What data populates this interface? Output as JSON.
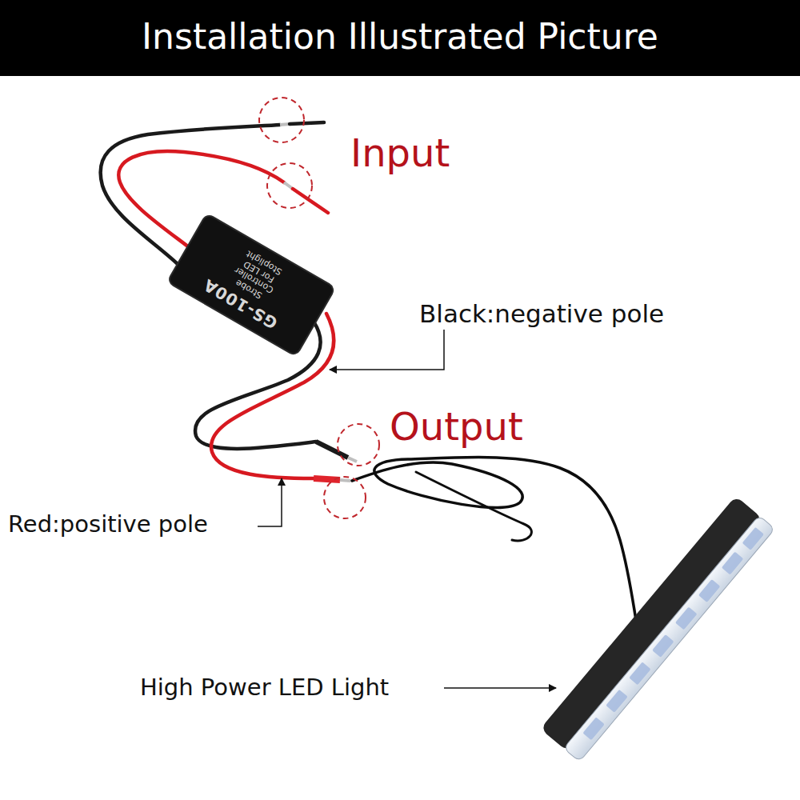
{
  "diagram": {
    "title": "Installation Illustrated Picture",
    "nodes": [
      {
        "text": [
          "GS-100A",
          "Strobe Controller For LED Stoplight"
        ]
      }
    ],
    "labels": [
      "Input",
      "Output",
      "Black:negative pole",
      "Red:positive pole",
      "High Power LED Light"
    ]
  }
}
